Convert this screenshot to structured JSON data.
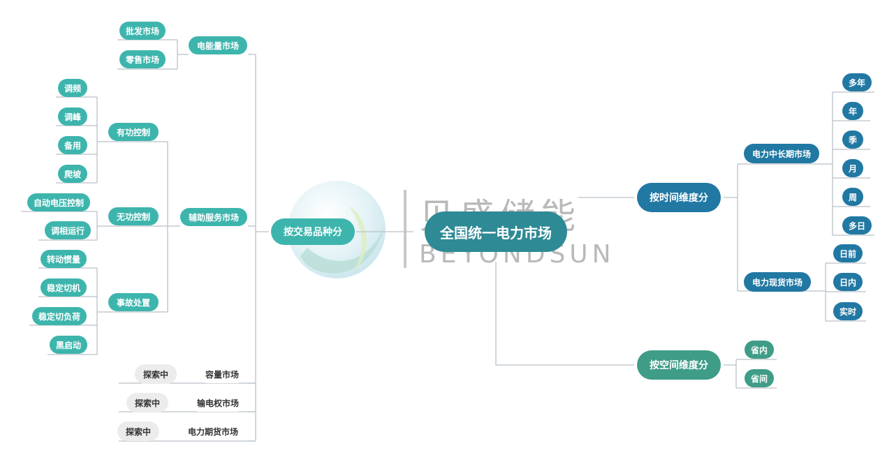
{
  "watermark": {
    "cn": "贝盛储能",
    "en": "BEYONDSUN"
  },
  "root": {
    "label": "全国统一电力市场"
  },
  "left": {
    "label": "按交易品种分",
    "energy": {
      "label": "电能量市场",
      "children": [
        "批发市场",
        "零售市场"
      ]
    },
    "ancillary": {
      "label": "辅助服务市场",
      "active": {
        "label": "有功控制",
        "children": [
          "调频",
          "调峰",
          "备用",
          "爬坡"
        ]
      },
      "reactive": {
        "label": "无功控制",
        "children": [
          "自动电压控制",
          "调相运行"
        ]
      },
      "accident": {
        "label": "事故处置",
        "children": [
          "转动惯量",
          "稳定切机",
          "稳定切负荷",
          "黑启动"
        ]
      }
    },
    "capacity": {
      "label": "容量市场",
      "status": "探索中"
    },
    "transmission": {
      "label": "输电权市场",
      "status": "探索中"
    },
    "futures": {
      "label": "电力期货市场",
      "status": "探索中"
    }
  },
  "time": {
    "label": "按时间维度分",
    "medium_long": {
      "label": "电力中长期市场",
      "children": [
        "多年",
        "年",
        "季",
        "月",
        "周",
        "多日"
      ]
    },
    "spot": {
      "label": "电力现货市场",
      "children": [
        "日前",
        "日内",
        "实时"
      ]
    }
  },
  "space": {
    "label": "按空间维度分",
    "children": [
      "省内",
      "省间"
    ]
  }
}
